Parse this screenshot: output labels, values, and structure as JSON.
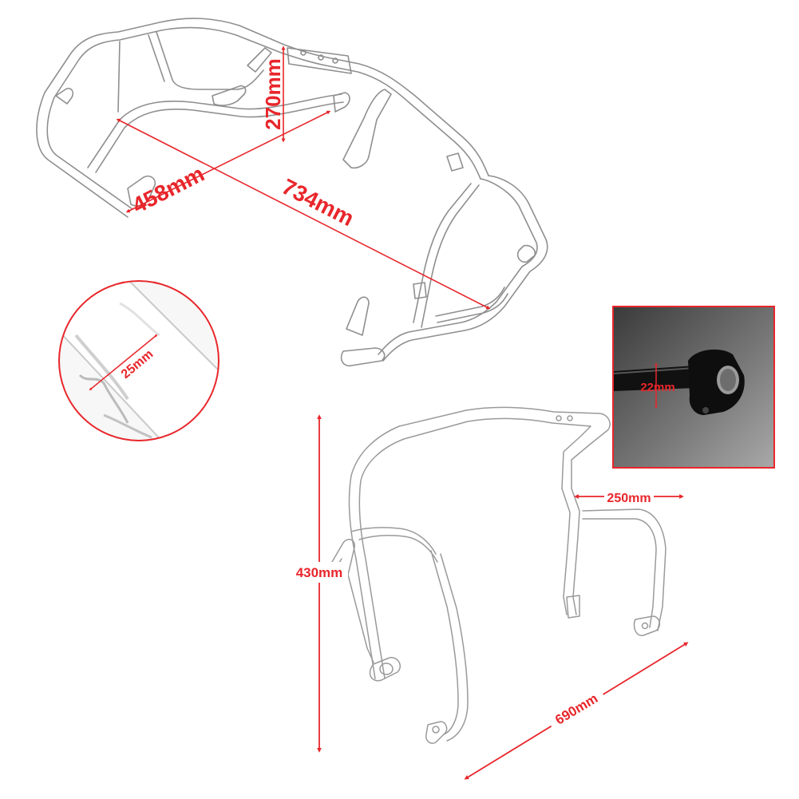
{
  "colors": {
    "accent": "#e8262b",
    "line": "#9a9a9a",
    "inset_background": "#6b6b6b"
  },
  "dimensions": {
    "width_front": "458mm",
    "length": "734mm",
    "height_top": "270mm",
    "tube_diameter": "25mm",
    "clamp_diameter": "22mm",
    "side_height": "430mm",
    "side_width": "250mm",
    "side_length": "690mm"
  }
}
